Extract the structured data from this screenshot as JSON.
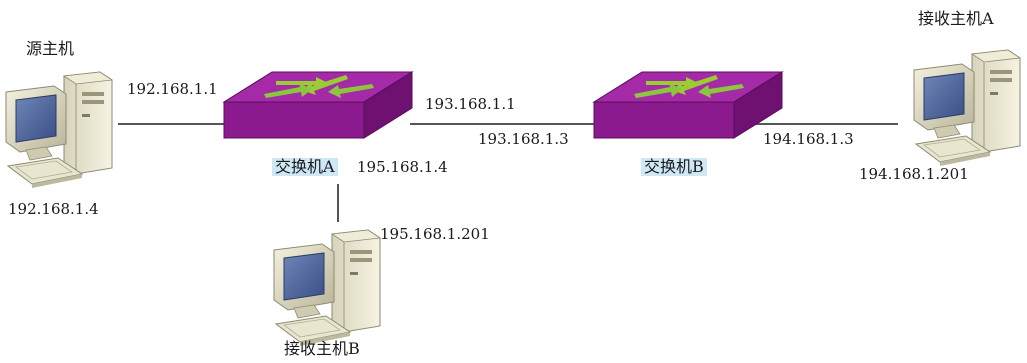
{
  "hosts": {
    "source": {
      "name": "源主机",
      "ip": "192.168.1.4"
    },
    "receiver_a": {
      "name": "接收主机A",
      "ip": "194.168.1.201"
    },
    "receiver_b": {
      "name": "接收主机B",
      "ip": "195.168.1.201"
    }
  },
  "switches": {
    "a": {
      "name": "交换机A",
      "ip_src_port": "192.168.1.1",
      "ip_b_port": "193.168.1.1",
      "ip_hostb_port": "195.168.1.4"
    },
    "b": {
      "name": "交换机B",
      "ip_a_port": "193.168.1.3",
      "ip_hosta_port": "194.168.1.3"
    }
  },
  "colors": {
    "switch_top": "#a52aa8",
    "switch_side": "#6e1170",
    "arrow": "#9acd32",
    "label_highlight": "#cfe8f6",
    "link": "#555555"
  }
}
